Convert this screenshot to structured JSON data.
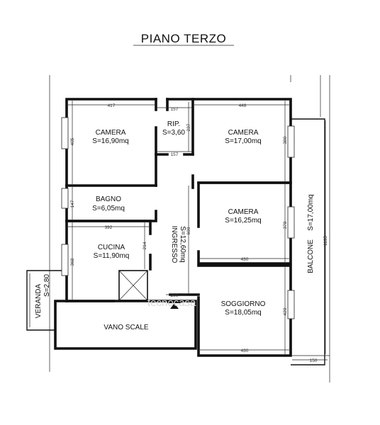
{
  "title": "PIANO TERZO",
  "rooms": {
    "camera1": {
      "name": "CAMERA",
      "area": "S=16,90mq"
    },
    "rip": {
      "name": "RIP.",
      "area": "S=3,60"
    },
    "camera2": {
      "name": "CAMERA",
      "area": "S=17,00mq"
    },
    "bagno": {
      "name": "BAGNO",
      "area": "S=6,05mq"
    },
    "camera3": {
      "name": "CAMERA",
      "area": "S=16,25mq"
    },
    "cucina": {
      "name": "CUCINA",
      "area": "S=11,90mq"
    },
    "ingresso": {
      "name": "INGRESSO",
      "area": "S=12,60mq"
    },
    "veranda": {
      "name": "VERANDA",
      "area": "S=2,80"
    },
    "soggiorno": {
      "name": "SOGGIORNO",
      "area": "S=18,05mq"
    },
    "vano_scale": {
      "name": "VANO SCALE"
    },
    "balcone": {
      "name": "BALCONE",
      "area": "S=17,00mq"
    }
  },
  "dimensions": {
    "d417": "417",
    "d157a": "157",
    "d448": "448",
    "d237": "237",
    "d405": "405",
    "d157b": "157",
    "d380": "380",
    "d147": "147",
    "d392": "392",
    "d690": "690",
    "d378": "378",
    "d1135": "1135",
    "d368": "368",
    "d214": "214",
    "d430a": "430",
    "d200": "200",
    "d420": "420",
    "d430b": "430",
    "d150": "150"
  },
  "watermark": "tecnocasa"
}
